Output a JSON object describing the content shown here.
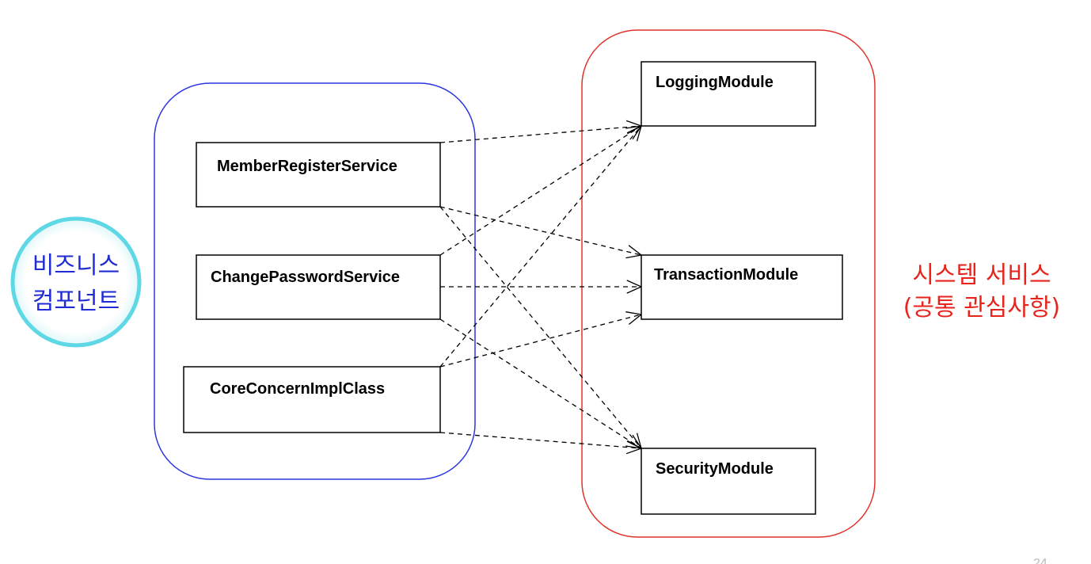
{
  "business_group": {
    "label_lines": [
      "비즈니스",
      "컴포넌트"
    ],
    "border_color": "#2b35e0",
    "badge_color": "#5fd8e6",
    "components": [
      "MemberRegisterService",
      "ChangePasswordService",
      "CoreConcernImplClass"
    ]
  },
  "system_group": {
    "label_lines": [
      "시스템 서비스",
      "(공통 관심사항)"
    ],
    "border_color": "#e0342a",
    "modules": [
      "LoggingModule",
      "TransactionModule",
      "SecurityModule"
    ]
  },
  "dependencies": [
    {
      "from": "MemberRegisterService",
      "to": "LoggingModule"
    },
    {
      "from": "MemberRegisterService",
      "to": "TransactionModule"
    },
    {
      "from": "MemberRegisterService",
      "to": "SecurityModule"
    },
    {
      "from": "ChangePasswordService",
      "to": "LoggingModule"
    },
    {
      "from": "ChangePasswordService",
      "to": "TransactionModule"
    },
    {
      "from": "ChangePasswordService",
      "to": "SecurityModule"
    },
    {
      "from": "CoreConcernImplClass",
      "to": "LoggingModule"
    },
    {
      "from": "CoreConcernImplClass",
      "to": "TransactionModule"
    },
    {
      "from": "CoreConcernImplClass",
      "to": "SecurityModule"
    }
  ],
  "page_number": "24"
}
